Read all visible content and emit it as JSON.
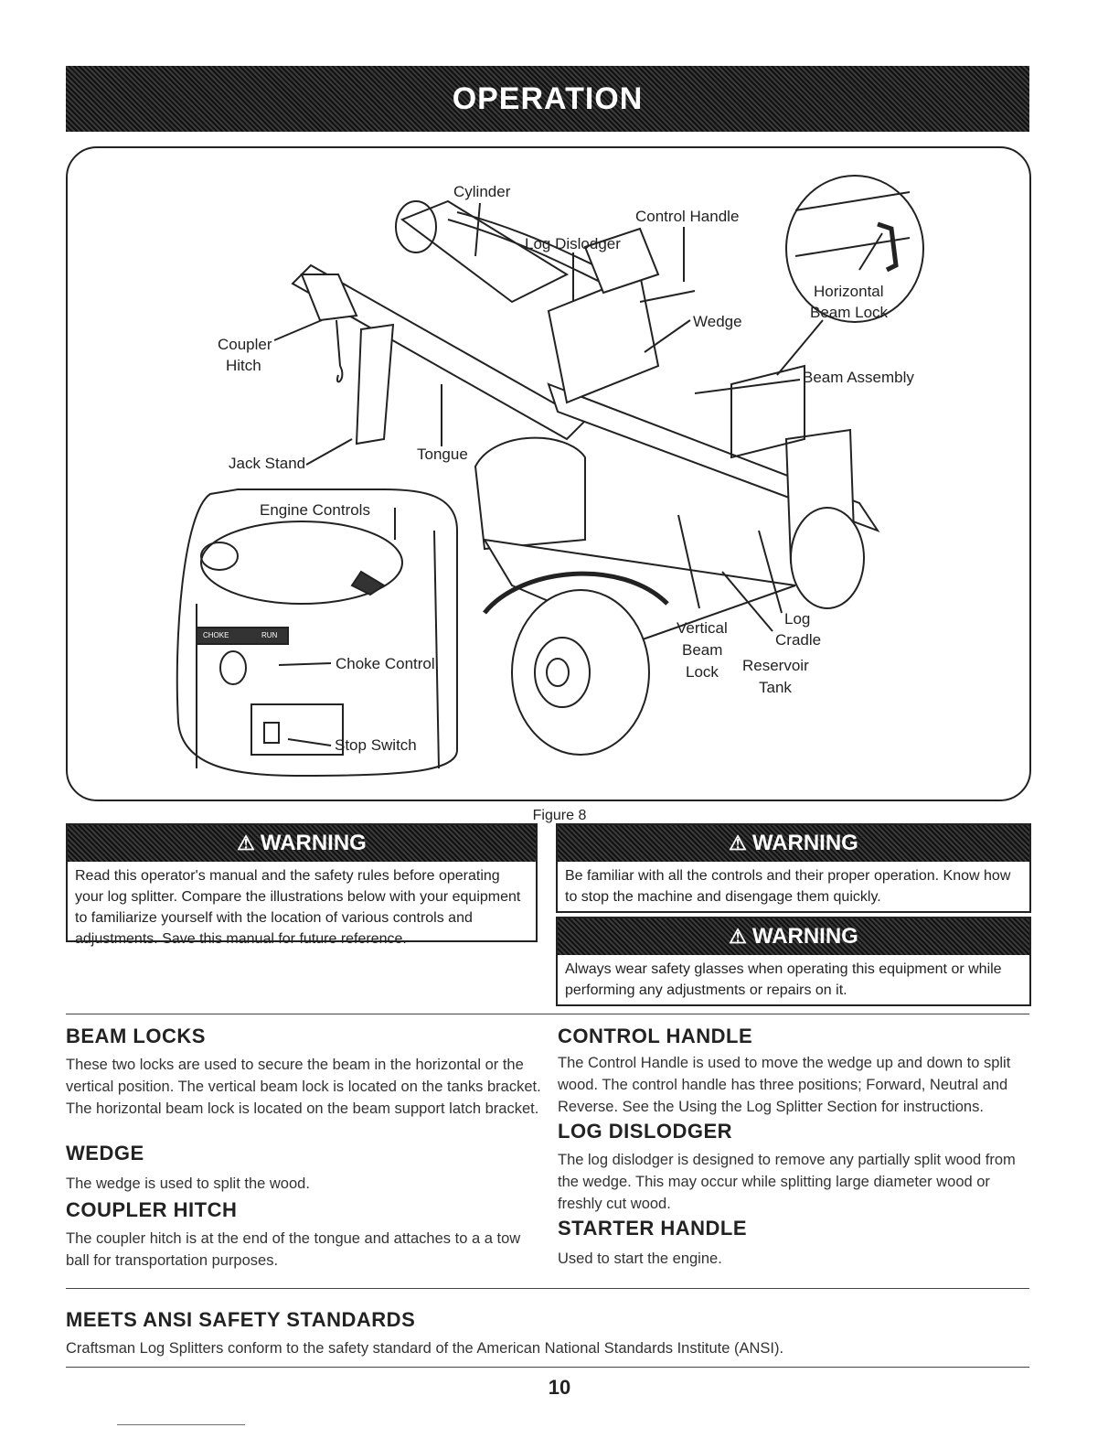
{
  "banner": {
    "title": "OPERATION"
  },
  "figure": {
    "caption": "Figure 8",
    "labels": {
      "cylinder": "Cylinder",
      "control_handle": "Control Handle",
      "log_dislodger": "Log Dislodger",
      "wedge": "Wedge",
      "horizontal_beam_lock_1": "Horizontal",
      "horizontal_beam_lock_2": "Beam Lock",
      "coupler_1": "Coupler",
      "coupler_2": "Hitch",
      "beam_assembly": "Beam Assembly",
      "jack_stand": "Jack Stand",
      "tongue": "Tongue",
      "engine_controls": "Engine Controls",
      "choke_control": "Choke Control",
      "stop_switch": "Stop Switch",
      "vertical_beam_lock_1": "Vertical",
      "vertical_beam_lock_2": "Beam",
      "vertical_beam_lock_3": "Lock",
      "log_cradle_1": "Log",
      "log_cradle_2": "Cradle",
      "reservoir_1": "Reservoir",
      "reservoir_2": "Tank",
      "choke_tag": "CHOKE",
      "run_tag": "RUN"
    }
  },
  "warnings": [
    {
      "title": "WARNING",
      "text": "Read this operator's manual and the safety rules before operating your log splitter. Compare the illustrations below with your equipment to familiarize yourself with the location of various controls and adjustments. Save this manual for future reference."
    },
    {
      "title": "WARNING",
      "text": "Be familiar with all the controls and their proper operation. Know how to stop the machine and disengage them quickly."
    },
    {
      "title": "WARNING",
      "text": "Always wear safety glasses when operating this equipment or while performing any adjustments or repairs on it."
    }
  ],
  "sections": {
    "beam_locks": {
      "heading": "BEAM LOCKS",
      "text": "These two locks are used to secure the beam in the horizontal or the vertical position. The vertical beam lock is located on the tanks bracket. The horizontal beam lock is located on the beam support latch bracket."
    },
    "wedge": {
      "heading": "WEDGE",
      "text": "The wedge is used to split the wood."
    },
    "coupler_hitch": {
      "heading": "COUPLER HITCH",
      "text": "The coupler hitch is at the end of the tongue and attaches to a a tow ball for transportation purposes."
    },
    "control_handle": {
      "heading": "CONTROL HANDLE",
      "text": "The Control Handle is used to move the wedge up and down to split wood. The control handle has three positions; Forward, Neutral and Reverse. See the Using the Log Splitter Section for instructions."
    },
    "log_dislodger": {
      "heading": "LOG DISLODGER",
      "text": "The log dislodger is designed to remove any partially split wood from the wedge. This may occur while splitting large diameter wood or freshly cut wood."
    },
    "starter_handle": {
      "heading": "STARTER HANDLE",
      "text": "Used to start the engine."
    },
    "ansi": {
      "heading": "MEETS ANSI SAFETY STANDARDS",
      "text": "Craftsman Log Splitters conform to the safety standard of the American National Standards Institute (ANSI)."
    }
  },
  "page_number": "10"
}
